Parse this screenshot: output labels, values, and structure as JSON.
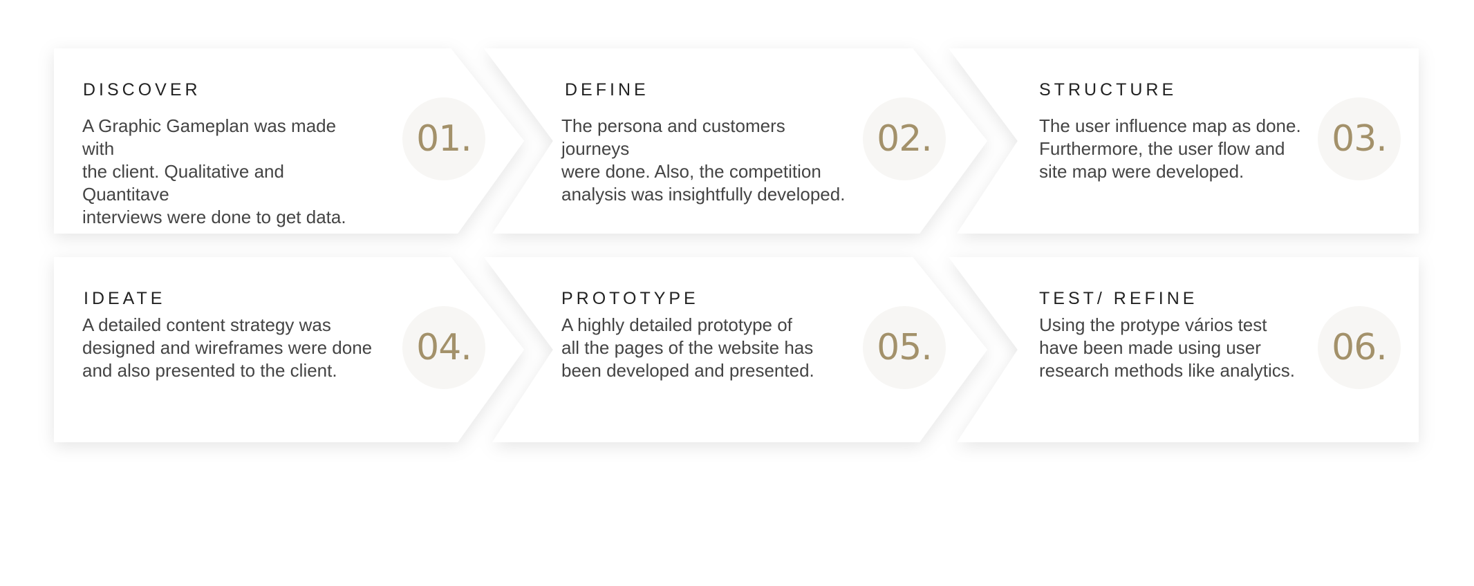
{
  "colors": {
    "background": "#ffffff",
    "card": "#ffffff",
    "title": "#222222",
    "text": "#444444",
    "number": "#a3916a",
    "number_circle": "#f7f6f4"
  },
  "steps": [
    {
      "title": "DISCOVER",
      "description": "A Graphic Gameplan was made with\nthe client. Qualitative and Quantitave\ninterviews were done to get data.",
      "number": "01."
    },
    {
      "title": "DEFINE",
      "description": "The persona and customers journeys\nwere done. Also, the competition\nanalysis was insightfully developed.",
      "number": "02."
    },
    {
      "title": "STRUCTURE",
      "description": "The user influence map as done.\nFurthermore, the user flow and\nsite map were developed.",
      "number": "03."
    },
    {
      "title": "IDEATE",
      "description": "A detailed content strategy was\ndesigned and wireframes were done\nand also presented to the client.",
      "number": "04."
    },
    {
      "title": "PROTOTYPE",
      "description": "A highly detailed prototype of\nall the pages of the website has\nbeen developed and presented.",
      "number": "05."
    },
    {
      "title": "TEST/ REFINE",
      "description": "Using the protype vários test\nhave been made using user\nresearch methods like analytics.",
      "number": "06."
    }
  ]
}
